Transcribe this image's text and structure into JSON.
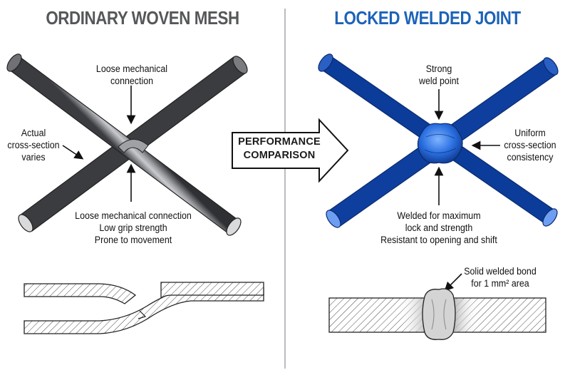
{
  "left_panel": {
    "title": "ORDINARY WOVEN MESH",
    "label_top": [
      "Loose mechanical",
      "connection"
    ],
    "label_side": [
      "Actual",
      "cross-section",
      "varies"
    ],
    "label_bottom": [
      "Loose mechanical connection",
      "Low grip strength",
      "Prone to movement"
    ]
  },
  "right_panel": {
    "title": "LOCKED WELDED JOINT",
    "label_top": [
      "Strong",
      "weld point"
    ],
    "label_side": [
      "Uniform",
      "cross-section",
      "consistency"
    ],
    "label_bottom": [
      "Welded for maximum",
      "lock and strength",
      "Resistant to opening and shift"
    ],
    "label_weld": [
      "Solid welded bond",
      "for 1 mm² area"
    ]
  },
  "comparison": {
    "lines": [
      "PERFORMANCE",
      "COMPARISON"
    ]
  },
  "colors": {
    "left_title": "#555759",
    "right_title": "#1d63b8",
    "wire_gray": "#5b5d61",
    "wire_blue": "#1f63d6"
  }
}
